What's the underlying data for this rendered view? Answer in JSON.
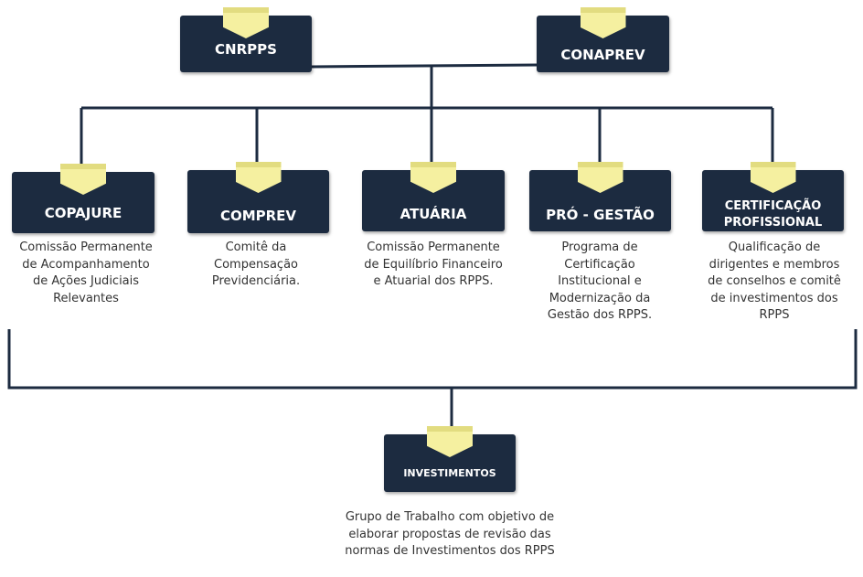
{
  "top": {
    "cnrpps": {
      "label": "CNRPPS"
    },
    "conaprev": {
      "label": "CONAPREV"
    }
  },
  "committees": [
    {
      "label": "COPAJURE",
      "description": "Comissão Permanente de Acompanhamento de Ações Judiciais Relevantes"
    },
    {
      "label": "COMPREV",
      "description": "Comitê da Compensação Previdenciária."
    },
    {
      "label": "ATUÁRIA",
      "description": "Comissão Permanente de Equilíbrio Financeiro e Atuarial dos RPPS."
    },
    {
      "label": "PRÓ - GESTÃO",
      "description": "Programa de Certificação Institucional e Modernização da Gestão dos RPPS."
    },
    {
      "label_line1": "CERTIFICAÇÃO",
      "label_line2": "PROFISSIONAL",
      "description": "Qualificação de dirigentes e membros de conselhos e comitê de investimentos dos RPPS"
    }
  ],
  "investimentos": {
    "label": "INVESTIMENTOS",
    "description": "Grupo de Trabalho com objetivo de elaborar propostas de revisão das normas de Investimentos dos RPPS"
  },
  "colors": {
    "box": "#1c2b40",
    "tab": "#f5f0a0",
    "connector": "#1c2b40",
    "text": "#333333"
  }
}
